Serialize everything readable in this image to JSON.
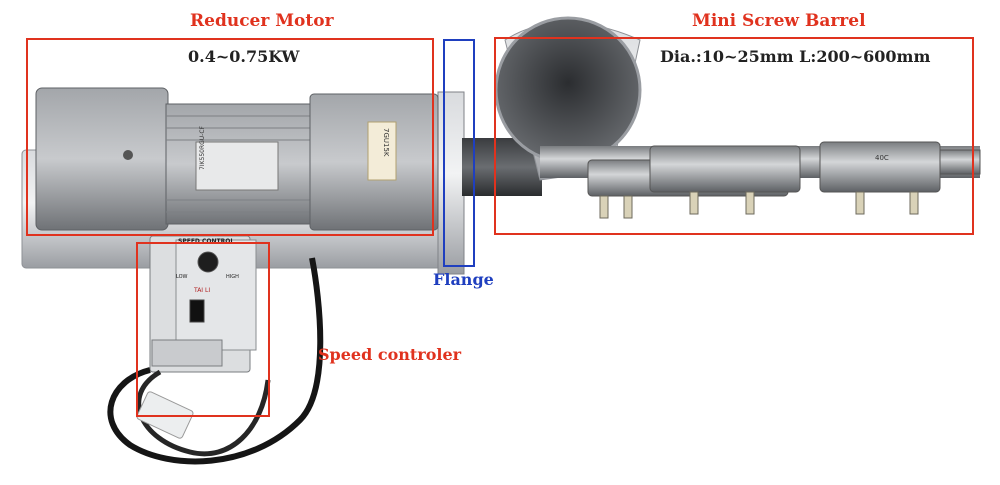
{
  "annotations": {
    "reducer_motor": {
      "title": "Reducer Motor",
      "spec": "0.4~0.75KW"
    },
    "mini_screw_barrel": {
      "title": "Mini Screw Barrel",
      "spec": "Dia.:10~25mm L:200~600mm"
    },
    "flange": {
      "title": "Flange"
    },
    "speed_controller": {
      "title": "Speed controler"
    }
  },
  "device_text": {
    "control_header": "SPEED CONTROL",
    "control_low": "LOW",
    "control_high": "HIGH",
    "brand": "TAI LI",
    "motor_model": "7GU15K",
    "motor_plate": "7IK550RGU-CF",
    "barrel_mark": "40C"
  },
  "colors": {
    "annotation_red": "#e0321e",
    "annotation_blue": "#1f3fbf",
    "steel": "#b9bcc0",
    "motor_gray": "#8d9094"
  }
}
